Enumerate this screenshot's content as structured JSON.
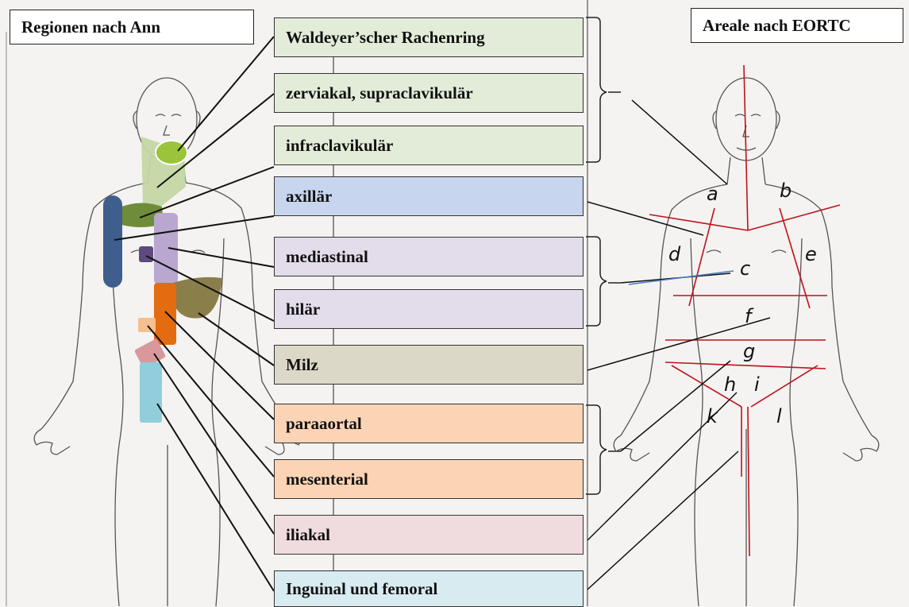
{
  "left_title": "Regionen nach Ann",
  "right_title": "Areale nach EORTC",
  "regions": [
    {
      "label": "Waldeyer’scher Rachenring",
      "color": "#e3ecd8"
    },
    {
      "label": "zerviakal, supraclavikulär",
      "color": "#e3ecd8"
    },
    {
      "label": "infraclavikulär",
      "color": "#e3ecd8"
    },
    {
      "label": "axillär",
      "color": "#c7d6ee"
    },
    {
      "label": "mediastinal",
      "color": "#e3dcea"
    },
    {
      "label": "hilär",
      "color": "#e3dcea"
    },
    {
      "label": "Milz",
      "color": "#dcd8c7"
    },
    {
      "label": "paraaortal",
      "color": "#fbd4b5"
    },
    {
      "label": "mesenterial",
      "color": "#fbd4b5"
    },
    {
      "label": "iliakal",
      "color": "#f0dcde"
    },
    {
      "label": "Inguinal und femoral",
      "color": "#d8ebf1"
    }
  ],
  "area_letters": [
    "a",
    "b",
    "c",
    "d",
    "e",
    "f",
    "g",
    "h",
    "i",
    "k",
    "l"
  ],
  "lymph_colors": {
    "waldeyer": "#9cc43a",
    "cervical": "#c4d6a4",
    "infraclavicular": "#6f8c3a",
    "axillary": "#3e5f8e",
    "mediastinal": "#b9a7cf",
    "hilar": "#5d4a7e",
    "spleen": "#8a7e4a",
    "paraaortal": "#e46c10",
    "mesenteric": "#f6bf8f",
    "iliac": "#d9999c",
    "inguinal": "#92cddc"
  },
  "eortc_line_color": "#c0121b"
}
